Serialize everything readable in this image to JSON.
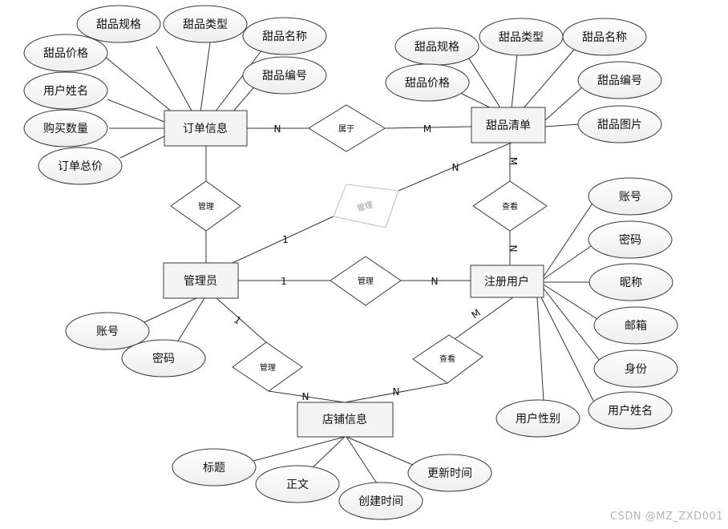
{
  "entities": {
    "order": "订单信息",
    "dessert_list": "甜品清单",
    "admin": "管理员",
    "user": "注册用户",
    "shop": "店铺信息"
  },
  "relations": {
    "belongs": "属于",
    "admin_order": "管理",
    "admin_list": "管理",
    "admin_user": "管理",
    "user_list": "查看",
    "admin_shop": "管理",
    "user_shop": "查看"
  },
  "attributes": {
    "order": [
      "甜品规格",
      "甜品类型",
      "甜品名称",
      "甜品价格",
      "甜品编号",
      "用户姓名",
      "购买数量",
      "订单总价"
    ],
    "dessert_list": [
      "甜品规格",
      "甜品类型",
      "甜品名称",
      "甜品价格",
      "甜品编号",
      "甜品图片"
    ],
    "admin": [
      "账号",
      "密码"
    ],
    "user": [
      "账号",
      "密码",
      "昵称",
      "邮箱",
      "身份",
      "用户姓名",
      "用户性别"
    ],
    "shop": [
      "标题",
      "正文",
      "创建时间",
      "更新时间"
    ]
  },
  "cardinality": {
    "order_belongs": "N",
    "belongs_list": "M",
    "list_admin_rel": "N",
    "admin_list_rel": "1",
    "list_view": "M",
    "user_view": "N",
    "admin_user_1": "1",
    "admin_user_n": "N",
    "admin_shop_1": "1",
    "shop_admin_n": "N",
    "shop_user_n": "N",
    "user_shop_m": "M"
  },
  "watermark": "CSDN @MZ_ZXD001"
}
